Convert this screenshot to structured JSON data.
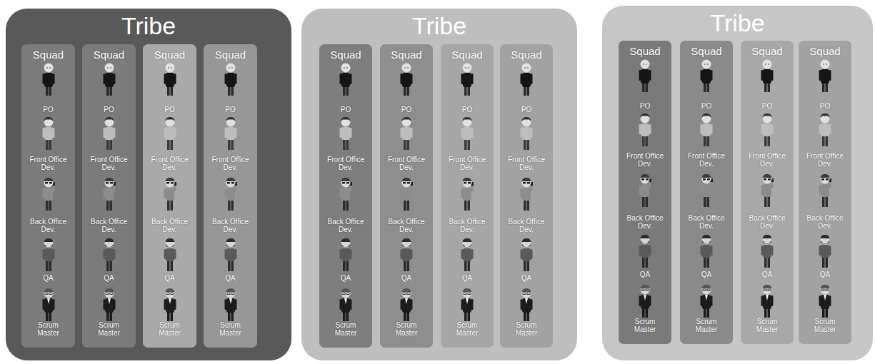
{
  "diagram": {
    "nodes": [
      {
        "text": [
          "Tribe"
        ]
      },
      {
        "text": [
          "Squad",
          "PO",
          "Front Office Dev.",
          "Back Office Dev.",
          "QA",
          "Scrum Master"
        ],
        "in": 0
      },
      {
        "text": [
          "Squad",
          "PO",
          "Front Office Dev.",
          "Back Office Dev.",
          "QA",
          "Scrum Master"
        ],
        "in": 0
      },
      {
        "text": [
          "Squad",
          "PO",
          "Front Office Dev.",
          "Back Office Dev.",
          "QA",
          "Scrum Master"
        ],
        "in": 0
      },
      {
        "text": [
          "Squad",
          "PO",
          "Front Office Dev.",
          "Back Office Dev.",
          "QA",
          "Scrum Master"
        ],
        "in": 0
      },
      {
        "text": [
          "Tribe"
        ]
      },
      {
        "text": [
          "Squad",
          "PO",
          "Front Office Dev.",
          "Back Office Dev.",
          "QA",
          "Scrum Master"
        ],
        "in": 5
      },
      {
        "text": [
          "Squad",
          "PO",
          "Front Office Dev.",
          "Back Office Dev.",
          "QA",
          "Scrum Master"
        ],
        "in": 5
      },
      {
        "text": [
          "Squad",
          "PO",
          "Front Office Dev.",
          "Back Office Dev.",
          "QA",
          "Scrum Master"
        ],
        "in": 5
      },
      {
        "text": [
          "Squad",
          "PO",
          "Front Office Dev.",
          "Back Office Dev.",
          "QA",
          "Scrum Master"
        ],
        "in": 5
      },
      {
        "text": [
          "Tribe"
        ]
      },
      {
        "text": [
          "Squad",
          "PO",
          "Front Office Dev.",
          "Back Office Dev.",
          "QA",
          "Scrum Master"
        ],
        "in": 10
      },
      {
        "text": [
          "Squad",
          "PO",
          "Front Office Dev.",
          "Back Office Dev.",
          "QA",
          "Scrum Master"
        ],
        "in": 10
      },
      {
        "text": [
          "Squad",
          "PO",
          "Front Office Dev.",
          "Back Office Dev.",
          "QA",
          "Scrum Master"
        ],
        "in": 10
      },
      {
        "text": [
          "Squad",
          "PO",
          "Front Office Dev.",
          "Back Office Dev.",
          "QA",
          "Scrum Master"
        ],
        "in": 10
      }
    ]
  }
}
